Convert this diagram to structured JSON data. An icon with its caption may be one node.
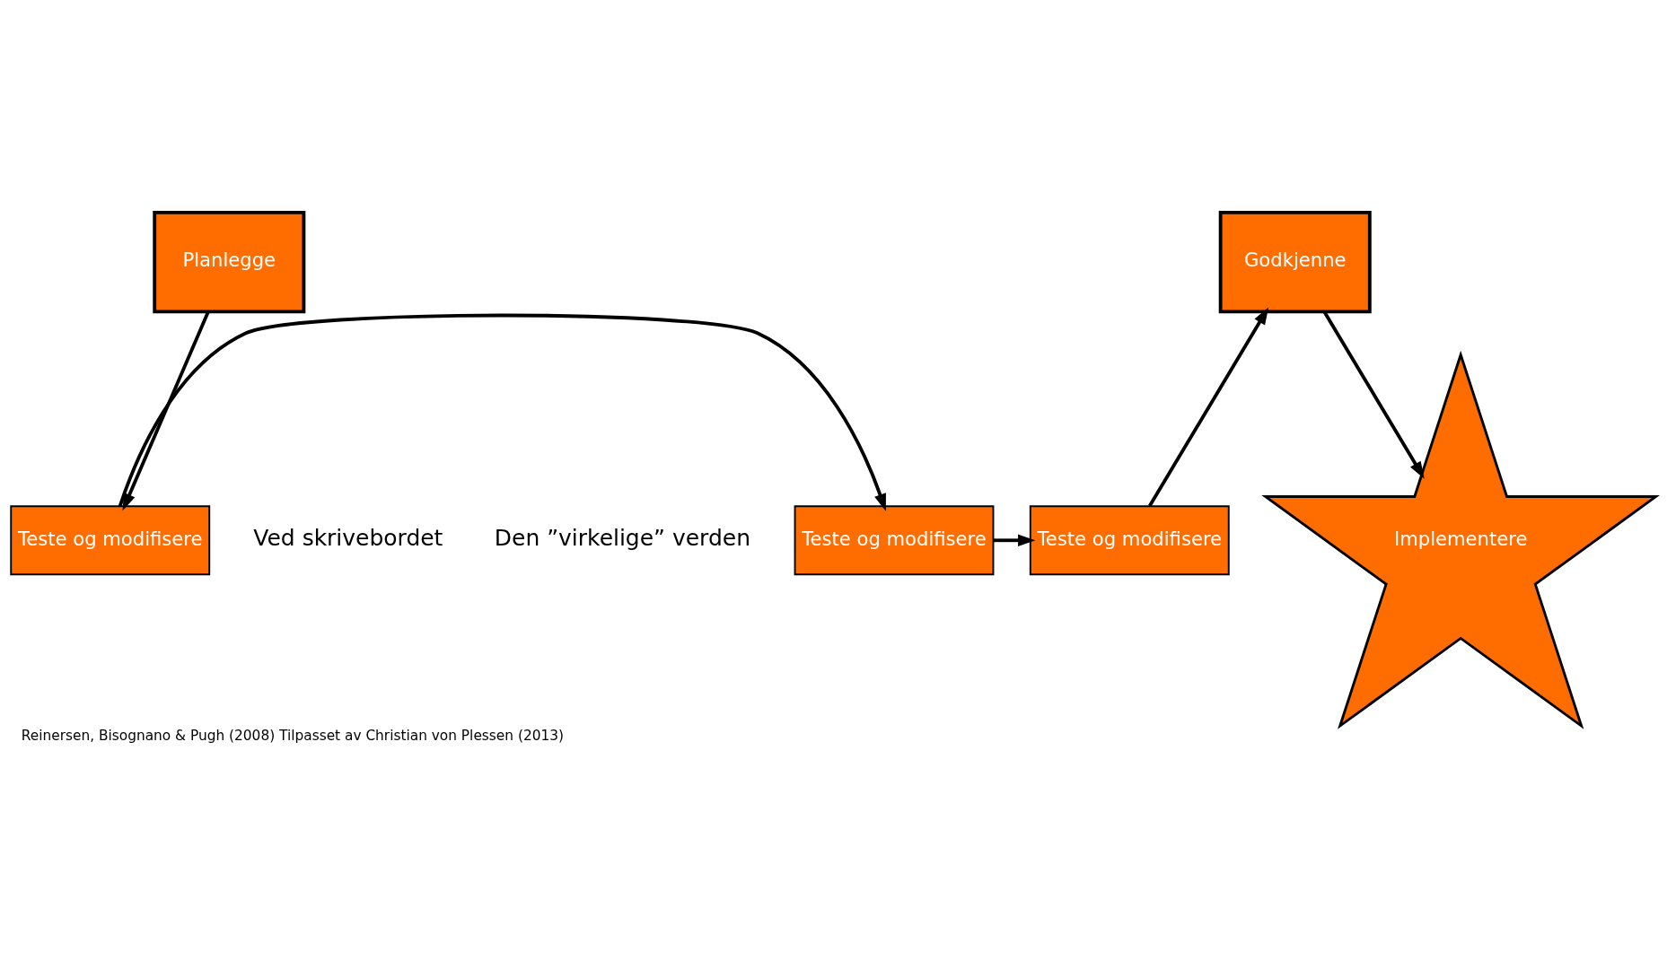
{
  "diagram": {
    "caption": "Reinersen, Bisognano & Pugh (2008) Tilpasset av Christian von Plessen (2013)",
    "nodes": [
      {
        "text": [
          "Planlegge"
        ]
      },
      {
        "text": [
          "Godkjenne"
        ]
      },
      {
        "text": [
          "Teste og modifisere"
        ]
      },
      {
        "text": [
          "Teste og modifisere"
        ]
      },
      {
        "text": [
          "Teste og modifisere"
        ]
      },
      {
        "text": [
          "Implementere"
        ]
      }
    ],
    "edges": [
      {
        "from": 0,
        "to": 2,
        "arrow": "to"
      },
      {
        "from": 2,
        "to": 3,
        "arrow": "to"
      },
      {
        "from": 3,
        "to": 4,
        "arrow": "to"
      },
      {
        "from": 4,
        "to": 1,
        "arrow": "to"
      },
      {
        "from": 1,
        "to": 5,
        "arrow": "to"
      }
    ],
    "labels": [
      "Ved skrivebordet",
      "Den ”virkelige” verden"
    ]
  }
}
